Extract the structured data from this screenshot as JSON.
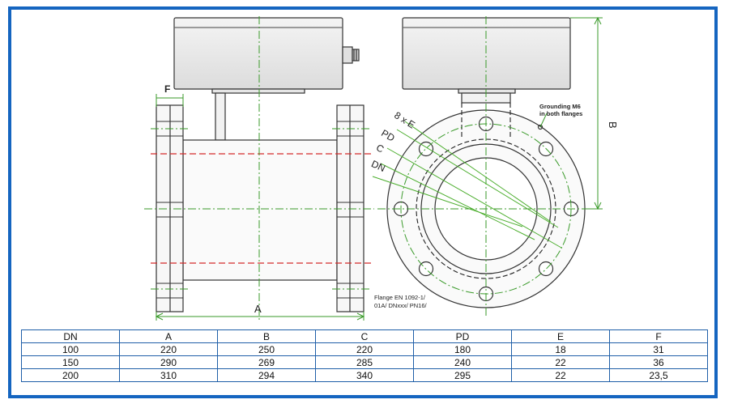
{
  "labels": {
    "F": "F",
    "A": "A",
    "B": "B",
    "eightE": "8 x E",
    "PD": "PD",
    "C": "C",
    "DN": "DN",
    "grounding_line1": "Grounding M6",
    "grounding_line2": "in both flanges",
    "flange_line1": "Flange EN 1092-1/",
    "flange_line2": "01A/ DNxxx/ PN16/"
  },
  "table": {
    "headers": [
      "DN",
      "A",
      "B",
      "C",
      "PD",
      "E",
      "F"
    ],
    "rows": [
      [
        "100",
        "220",
        "250",
        "220",
        "180",
        "18",
        "31"
      ],
      [
        "150",
        "290",
        "269",
        "285",
        "240",
        "22",
        "36"
      ],
      [
        "200",
        "310",
        "294",
        "340",
        "295",
        "22",
        "23,5"
      ]
    ]
  },
  "colors": {
    "frame": "#1565c0",
    "table_border": "#1f5fa8",
    "centerline": "#3a9a2a",
    "hidden_line": "#d42a2a",
    "outline": "#333333"
  }
}
